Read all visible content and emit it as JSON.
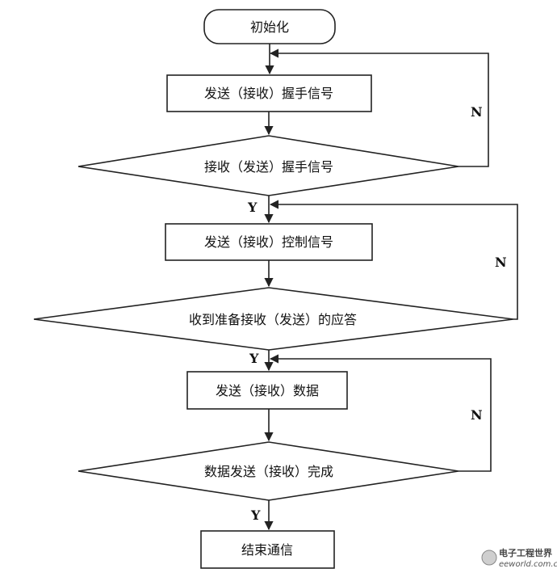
{
  "nodes": {
    "start": "初始化",
    "send_handshake": "发送（接收）握手信号",
    "recv_handshake": "接收（发送）握手信号",
    "send_control": "发送（接收）控制信号",
    "recv_ready": "收到准备接收（发送）的应答",
    "send_data": "发送（接收）数据",
    "data_done": "数据发送（接收）完成",
    "end": "结束通信"
  },
  "branch_labels": {
    "yes": "Y",
    "no": "N"
  },
  "watermark": {
    "name": "电子工程世界",
    "site": "eeworld.com.cn"
  }
}
